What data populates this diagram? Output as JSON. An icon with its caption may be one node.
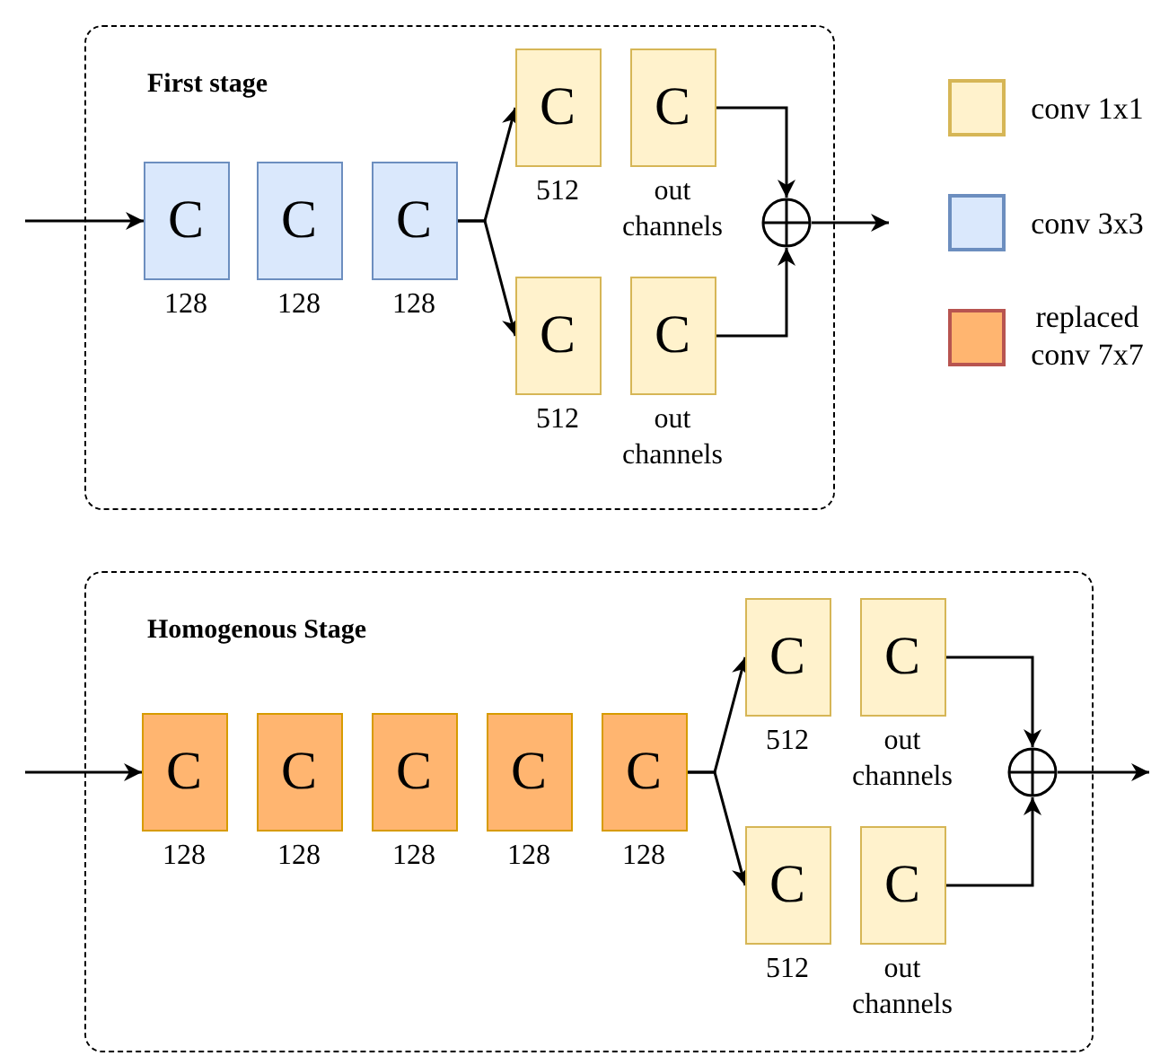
{
  "diagram": {
    "nodes": [
      {
        "text": [
          "First stage"
        ]
      },
      {
        "text": [
          "C"
        ],
        "in": 0,
        "beside": [
          "128"
        ]
      },
      {
        "text": [
          "C"
        ],
        "in": 0,
        "beside": [
          "128"
        ]
      },
      {
        "text": [
          "C"
        ],
        "in": 0,
        "beside": [
          "128"
        ]
      },
      {
        "text": [
          "C"
        ],
        "in": 0,
        "beside": [
          "512"
        ]
      },
      {
        "text": [
          "C"
        ],
        "in": 0,
        "beside": [
          "out channels"
        ]
      },
      {
        "text": [
          "C"
        ],
        "in": 0,
        "beside": [
          "512"
        ]
      },
      {
        "text": [
          "C"
        ],
        "in": 0,
        "beside": [
          "out channels"
        ]
      },
      {
        "text": [],
        "shape": "circle",
        "in": 0
      },
      {
        "text": [
          "Homogenous Stage"
        ]
      },
      {
        "text": [
          "C"
        ],
        "in": 9,
        "beside": [
          "128"
        ]
      },
      {
        "text": [
          "C"
        ],
        "in": 9,
        "beside": [
          "128"
        ]
      },
      {
        "text": [
          "C"
        ],
        "in": 9,
        "beside": [
          "128"
        ]
      },
      {
        "text": [
          "C"
        ],
        "in": 9,
        "beside": [
          "128"
        ]
      },
      {
        "text": [
          "C"
        ],
        "in": 9,
        "beside": [
          "128"
        ]
      },
      {
        "text": [
          "C"
        ],
        "in": 9,
        "beside": [
          "512"
        ]
      },
      {
        "text": [
          "C"
        ],
        "in": 9,
        "beside": [
          "out channels"
        ]
      },
      {
        "text": [
          "C"
        ],
        "in": 9,
        "beside": [
          "512"
        ]
      },
      {
        "text": [
          "C"
        ],
        "in": 9,
        "beside": [
          "out channels"
        ]
      },
      {
        "text": [],
        "shape": "circle",
        "in": 9
      }
    ],
    "edges": [
      {
        "from": null,
        "to": 1,
        "arrow": "to"
      },
      {
        "from": 3,
        "to": 4,
        "arrow": "to"
      },
      {
        "from": 3,
        "to": 6,
        "arrow": "to"
      },
      {
        "from": 5,
        "to": 8,
        "arrow": "to"
      },
      {
        "from": 7,
        "to": 8,
        "arrow": "to"
      },
      {
        "from": 8,
        "to": null,
        "arrow": "to"
      },
      {
        "from": null,
        "to": 10,
        "arrow": "to"
      },
      {
        "from": 14,
        "to": 15,
        "arrow": "to"
      },
      {
        "from": 14,
        "to": 17,
        "arrow": "to"
      },
      {
        "from": 16,
        "to": 19,
        "arrow": "to"
      },
      {
        "from": 18,
        "to": 19,
        "arrow": "to"
      },
      {
        "from": 19,
        "to": null,
        "arrow": "to"
      }
    ],
    "legend": [
      {
        "text": "conv 1x1",
        "color": "#fff2cc"
      },
      {
        "text": "conv 3x3",
        "color": "#dae8fc"
      },
      {
        "text": "replaced conv 7x7",
        "color": "#ffb570"
      }
    ]
  }
}
